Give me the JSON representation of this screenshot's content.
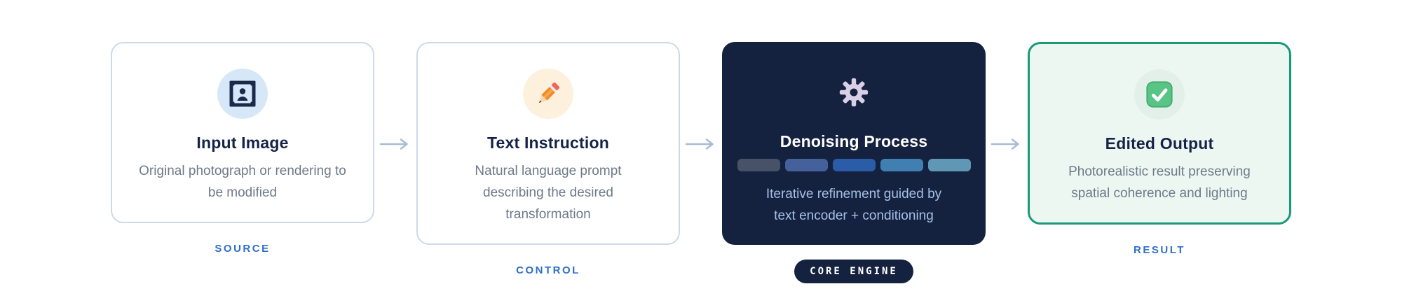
{
  "pipeline": {
    "stages": [
      {
        "title": "Input Image",
        "description": "Original photograph or rendering to be modified",
        "label": "SOURCE",
        "icon": "framed-picture-icon",
        "icon_circle_color": "#d6e8f8"
      },
      {
        "title": "Text Instruction",
        "description": "Natural language prompt describing the desired transformation",
        "label": "CONTROL",
        "icon": "pencil-icon",
        "icon_circle_color": "#fdf1de"
      },
      {
        "title": "Denoising Process",
        "description": "Iterative refinement guided by text encoder + conditioning",
        "label": "CORE ENGINE",
        "icon": "gear-icon",
        "step_bar_colors": [
          "#475168",
          "#44619b",
          "#2b5ca8",
          "#3f7fb2",
          "#5f97b4"
        ]
      },
      {
        "title": "Edited Output",
        "description": "Photorealistic result preserving spatial coherence and lighting",
        "label": "RESULT",
        "icon": "check-icon",
        "icon_circle_color": "#e3f0e9"
      }
    ],
    "colors": {
      "label_blue": "#2e6fc7",
      "title_navy": "#152347",
      "body_gray": "#6e7a8a",
      "dark_card_bg": "#15223f",
      "dark_card_text": "#a5c0e8",
      "light_card_border": "#cdd9e9",
      "success_card_bg": "#edf7f2",
      "success_card_border": "#189a78",
      "arrow": "#a7bcd6"
    }
  }
}
